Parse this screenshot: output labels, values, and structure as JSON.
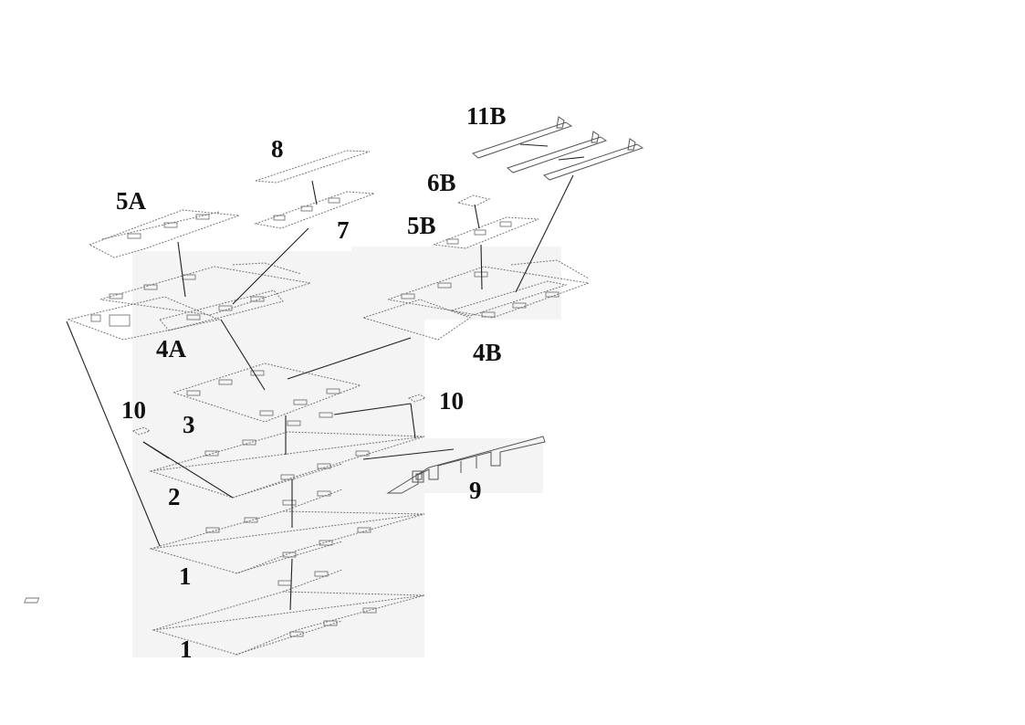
{
  "diagram": {
    "labels": {
      "part_1_lower": "1",
      "part_1_upper": "1",
      "part_2": "2",
      "part_3": "3",
      "part_4a": "4A",
      "part_4b": "4B",
      "part_5a": "5A",
      "part_5b": "5B",
      "part_6b": "6B",
      "part_7": "7",
      "part_8": "8",
      "part_9": "9",
      "part_10_left": "10",
      "part_10_right": "10",
      "part_11b": "11B"
    }
  },
  "colors": {
    "line": "#777777",
    "leader": "#222222",
    "label": "#111111",
    "background": "#ffffff"
  }
}
